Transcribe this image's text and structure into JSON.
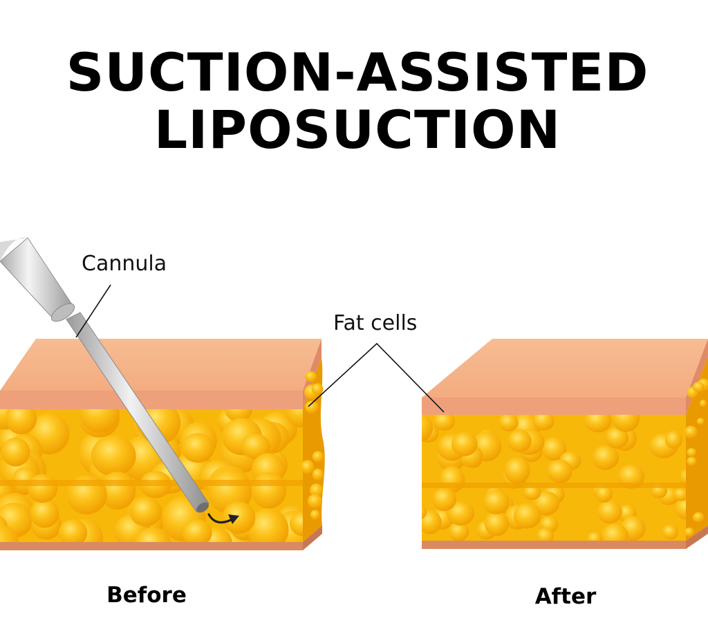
{
  "title": {
    "line1": "SUCTION-ASSISTED",
    "line2": "LIPOSUCTION"
  },
  "labels": {
    "cannula": "Cannula",
    "fat_cells": "Fat cells"
  },
  "captions": {
    "before": "Before",
    "after": "After"
  },
  "colors": {
    "skin_top": "#f6b486",
    "skin_front": "#eea07a",
    "skin_side": "#e08a68",
    "fat_base": "#f8b80a",
    "fat_deep": "#f2a100",
    "fat_highlight": "#ffd43c",
    "fat_side": "#e99a00",
    "cannula_metal": "#c9c9c9",
    "cannula_handle": "#d2d2d2"
  },
  "icons": [
    "suction-arrow-icon"
  ]
}
